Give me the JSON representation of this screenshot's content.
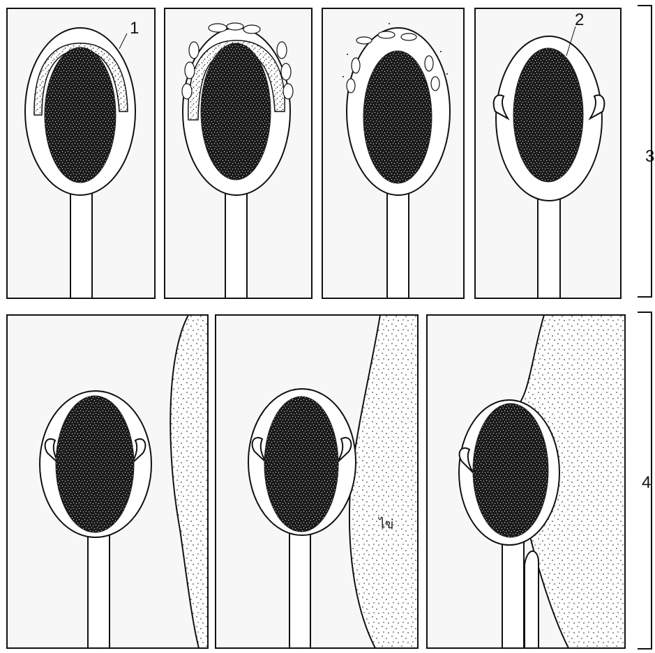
{
  "labels": {
    "acrosome_marker": "1",
    "nucleus_marker": "2",
    "row_top": "3",
    "row_bottom": "4",
    "egg_mark": "ไข่"
  },
  "colors": {
    "ink": "#111111",
    "paper": "#f7f7f7",
    "nucleus": "#1b1b1b"
  }
}
